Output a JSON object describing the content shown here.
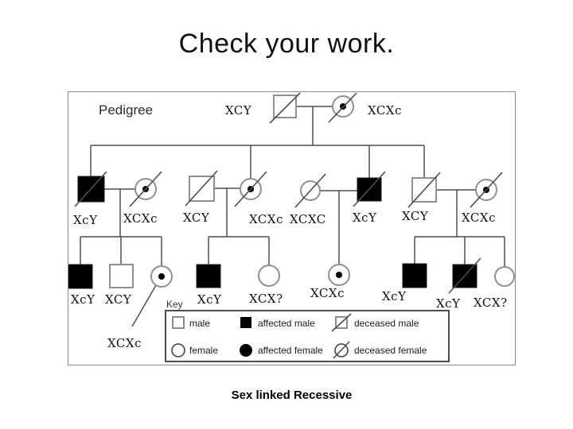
{
  "slide": {
    "title": "Check your work.",
    "caption": "Sex linked Recessive"
  },
  "pedigree": {
    "heading": "Pedigree",
    "generation1": [
      {
        "genotype": "XCY",
        "sex": "male",
        "deceased": true,
        "affected": false,
        "carrier": false
      },
      {
        "genotype": "XCXc",
        "sex": "female",
        "deceased": true,
        "affected": false,
        "carrier": true
      }
    ],
    "generation2": [
      {
        "genotype": "XcY",
        "sex": "male",
        "deceased": true,
        "affected": true,
        "carrier": false
      },
      {
        "genotype": "XCXc",
        "sex": "female",
        "deceased": true,
        "affected": false,
        "carrier": true
      },
      {
        "genotype": "XCY",
        "sex": "male",
        "deceased": true,
        "affected": false,
        "carrier": false
      },
      {
        "genotype": "XCXc",
        "sex": "female",
        "deceased": true,
        "affected": false,
        "carrier": true
      },
      {
        "genotype": "XCXC",
        "sex": "female",
        "deceased": true,
        "affected": false,
        "carrier": false
      },
      {
        "genotype": "XcY",
        "sex": "male",
        "deceased": true,
        "affected": true,
        "carrier": false
      },
      {
        "genotype": "XCY",
        "sex": "male",
        "deceased": true,
        "affected": false,
        "carrier": false
      },
      {
        "genotype": "XCXc",
        "sex": "female",
        "deceased": true,
        "affected": false,
        "carrier": true
      }
    ],
    "generation3": [
      {
        "genotype": "XcY",
        "sex": "male",
        "deceased": false,
        "affected": true,
        "carrier": false
      },
      {
        "genotype": "XCY",
        "sex": "male",
        "deceased": false,
        "affected": false,
        "carrier": false
      },
      {
        "genotype": "XCXc",
        "sex": "female",
        "deceased": false,
        "affected": false,
        "carrier": true
      },
      {
        "genotype": "XcY",
        "sex": "male",
        "deceased": false,
        "affected": true,
        "carrier": false
      },
      {
        "genotype": "XCX?",
        "sex": "female",
        "deceased": false,
        "affected": false,
        "carrier": false
      },
      {
        "genotype": "XCXc",
        "sex": "female",
        "deceased": false,
        "affected": false,
        "carrier": true
      },
      {
        "genotype": "XcY",
        "sex": "male",
        "deceased": false,
        "affected": true,
        "carrier": false
      },
      {
        "genotype": "XcY",
        "sex": "male",
        "deceased": true,
        "affected": true,
        "carrier": false
      },
      {
        "genotype": "XCX?",
        "sex": "female",
        "deceased": false,
        "affected": false,
        "carrier": false
      }
    ]
  },
  "key": {
    "title": "Key",
    "items": [
      {
        "label": "male"
      },
      {
        "label": "affected male"
      },
      {
        "label": "deceased male"
      },
      {
        "label": "female"
      },
      {
        "label": "affected female"
      },
      {
        "label": "deceased female"
      }
    ]
  },
  "colors": {
    "background": "#ffffff",
    "connector_line": "#4d4d4d",
    "symbol_stroke": "#909090",
    "affected_fill": "#000000",
    "image_border": "#8c8c8c"
  }
}
